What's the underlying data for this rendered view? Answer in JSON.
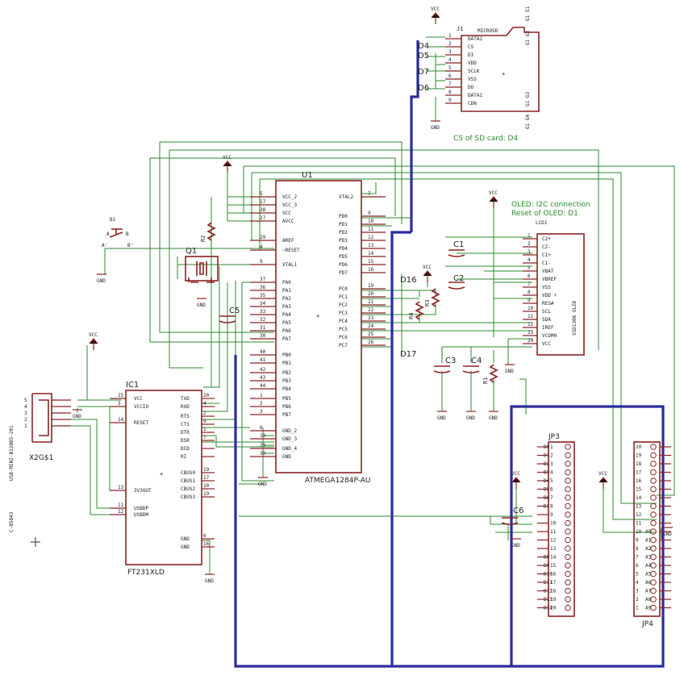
{
  "colors": {
    "part": "#8b2222",
    "wire": "#2d8a2d",
    "bus": "#2b2b9e",
    "text": "#222222"
  },
  "u1": {
    "name": "U1",
    "value": "ATMEGA1284P-AU",
    "left_pins": [
      {
        "num": "5",
        "name": "VCC_2"
      },
      {
        "num": "17",
        "name": "VCC_3"
      },
      {
        "num": "38",
        "name": "VCC"
      },
      {
        "num": "27",
        "name": "AVCC"
      },
      {
        "num": "29",
        "name": "AREF"
      },
      {
        "num": "4",
        "name": "~RESET"
      },
      {
        "num": "9",
        "name": "XTAL1"
      },
      {
        "num": "37",
        "name": "PA0"
      },
      {
        "num": "36",
        "name": "PA1"
      },
      {
        "num": "35",
        "name": "PA2"
      },
      {
        "num": "34",
        "name": "PA3"
      },
      {
        "num": "33",
        "name": "PA4"
      },
      {
        "num": "32",
        "name": "PA5"
      },
      {
        "num": "31",
        "name": "PA6"
      },
      {
        "num": "30",
        "name": "PA7"
      },
      {
        "num": "40",
        "name": "PB0"
      },
      {
        "num": "41",
        "name": "PB1"
      },
      {
        "num": "42",
        "name": "PB2"
      },
      {
        "num": "43",
        "name": "PB3"
      },
      {
        "num": "44",
        "name": "PB4"
      },
      {
        "num": "1",
        "name": "PB5"
      },
      {
        "num": "2",
        "name": "PB6"
      },
      {
        "num": "3",
        "name": "PB7"
      },
      {
        "num": "6",
        "name": "GND_2"
      },
      {
        "num": "19",
        "name": "GND_3"
      },
      {
        "num": "29",
        "name": "GND_4"
      },
      {
        "num": "39",
        "name": "GND"
      }
    ],
    "right_pins": [
      {
        "num": "7",
        "name": "XTAL2"
      },
      {
        "num": "9",
        "name": "PD0"
      },
      {
        "num": "10",
        "name": "PD1"
      },
      {
        "num": "11",
        "name": "PD2"
      },
      {
        "num": "12",
        "name": "PD3"
      },
      {
        "num": "13",
        "name": "PD4"
      },
      {
        "num": "14",
        "name": "PD5"
      },
      {
        "num": "15",
        "name": "PD6"
      },
      {
        "num": "16",
        "name": "PD7"
      },
      {
        "num": "19",
        "name": "PC0"
      },
      {
        "num": "20",
        "name": "PC1"
      },
      {
        "num": "21",
        "name": "PC2"
      },
      {
        "num": "22",
        "name": "PC3"
      },
      {
        "num": "23",
        "name": "PC4"
      },
      {
        "num": "24",
        "name": "PC5"
      },
      {
        "num": "25",
        "name": "PC6"
      },
      {
        "num": "26",
        "name": "PC7"
      }
    ]
  },
  "ic1": {
    "name": "IC1",
    "value": "FT231XLD",
    "left_pins": [
      {
        "num": "15",
        "name": "VCC"
      },
      {
        "num": "3",
        "name": "VCCIO"
      },
      {
        "num": "14",
        "name": "RESET"
      },
      {
        "num": "13",
        "name": "3V3OUT"
      },
      {
        "num": "11",
        "name": "USBDP"
      },
      {
        "num": "12",
        "name": "USBDM"
      }
    ],
    "right_pins": [
      {
        "num": "20",
        "name": "TXD"
      },
      {
        "num": "4",
        "name": "RXD"
      },
      {
        "num": "2",
        "name": "RTS"
      },
      {
        "num": "9",
        "name": "CTS"
      },
      {
        "num": "1",
        "name": "DTR"
      },
      {
        "num": "7",
        "name": "DSR"
      },
      {
        "num": "",
        "name": "DCD"
      },
      {
        "num": "",
        "name": "RI"
      },
      {
        "num": "19",
        "name": "CBUS0"
      },
      {
        "num": "17",
        "name": "CBUS1"
      },
      {
        "num": "10",
        "name": "CBUS2"
      },
      {
        "num": "19",
        "name": "CBUS3"
      },
      {
        "num": "6",
        "name": "GND"
      },
      {
        "num": "16",
        "name": "GND"
      }
    ]
  },
  "j1": {
    "name": "J1",
    "value": "MICROSD",
    "pins": [
      {
        "num": "1",
        "name": "DATA2"
      },
      {
        "num": "2",
        "name": "CS"
      },
      {
        "num": "3",
        "name": "DI"
      },
      {
        "num": "4",
        "name": "VDD"
      },
      {
        "num": "5",
        "name": "SCLK"
      },
      {
        "num": "6",
        "name": "VSS"
      },
      {
        "num": "7",
        "name": "DO"
      },
      {
        "num": "8",
        "name": "DATA1"
      },
      {
        "num": "9",
        "name": "CDN"
      }
    ],
    "side_labels": [
      "G1 S1",
      "G1 G2",
      "G1 G3",
      "G1 G4"
    ]
  },
  "lcd1": {
    "name": "LCD1",
    "value": "SSD1306 OLED",
    "pins": [
      {
        "num": "1",
        "name": "C2+"
      },
      {
        "num": "2",
        "name": "C2-"
      },
      {
        "num": "3",
        "name": "C1+"
      },
      {
        "num": "4",
        "name": "C1-"
      },
      {
        "num": "5",
        "name": "VBAT"
      },
      {
        "num": "6",
        "name": "VBREF"
      },
      {
        "num": "7",
        "name": "VSS"
      },
      {
        "num": "8",
        "name": "VDD +"
      },
      {
        "num": "9",
        "name": "RES#"
      },
      {
        "num": "10",
        "name": "SCL"
      },
      {
        "num": "11",
        "name": "SDA"
      },
      {
        "num": "12",
        "name": "IREF"
      },
      {
        "num": "13",
        "name": "VCOMH"
      },
      {
        "num": "24",
        "name": "VCC"
      }
    ]
  },
  "jp3": {
    "name": "JP3",
    "pins": [
      "1",
      "2",
      "3",
      "4",
      "5",
      "6",
      "7",
      "8",
      "9",
      "10",
      "11",
      "12",
      "13",
      "14",
      "15",
      "16",
      "17",
      "18",
      "19",
      "20"
    ],
    "labels": [
      "D0",
      "D1",
      "D2",
      "D3",
      "D4",
      "D5",
      "D6",
      "D7",
      "",
      "",
      "",
      "",
      "",
      "D8",
      "D9",
      "D10",
      "D11",
      "D12",
      "D13",
      "D14"
    ]
  },
  "jp4": {
    "name": "JP4",
    "pins": [
      "20",
      "19",
      "18",
      "17",
      "16",
      "15",
      "14",
      "13",
      "12",
      "11",
      "10",
      "9",
      "8",
      "7",
      "6",
      "5",
      "4",
      "3",
      "2",
      "1"
    ],
    "labels": [
      "",
      "",
      "",
      "",
      "",
      "",
      "",
      "",
      "",
      "",
      "A0",
      "A1",
      "A2",
      "A3",
      "A4",
      "A5",
      "A6",
      "A7",
      "A8",
      "A9"
    ]
  },
  "usb": {
    "name": "X2G$1",
    "part": "USB-MINI-B32005-201",
    "ref": "C-05843",
    "pins": [
      "5",
      "4",
      "3",
      "2",
      "1"
    ]
  },
  "passives": {
    "R1": "R1",
    "R2": "R2",
    "R3": "R3",
    "R4": "R4",
    "C1": "C1",
    "C2": "C2",
    "C3": "C3",
    "C4": "C4",
    "C5": "C5",
    "C6": "C6",
    "Q1": "Q1",
    "B1": "B1",
    "B1_pins": [
      "A",
      "A'",
      "B",
      "B'"
    ]
  },
  "nets": {
    "D4": "D4",
    "D5": "D5",
    "D6": "D6",
    "D7": "D7",
    "D16": "D16",
    "D17": "D17",
    "vcc": "VCC",
    "gnd": "GND"
  },
  "notes": {
    "sd": "CS of SD card: D4",
    "oled1": "OLED: I2C connection",
    "oled2": "Reset of OLED: D1"
  }
}
